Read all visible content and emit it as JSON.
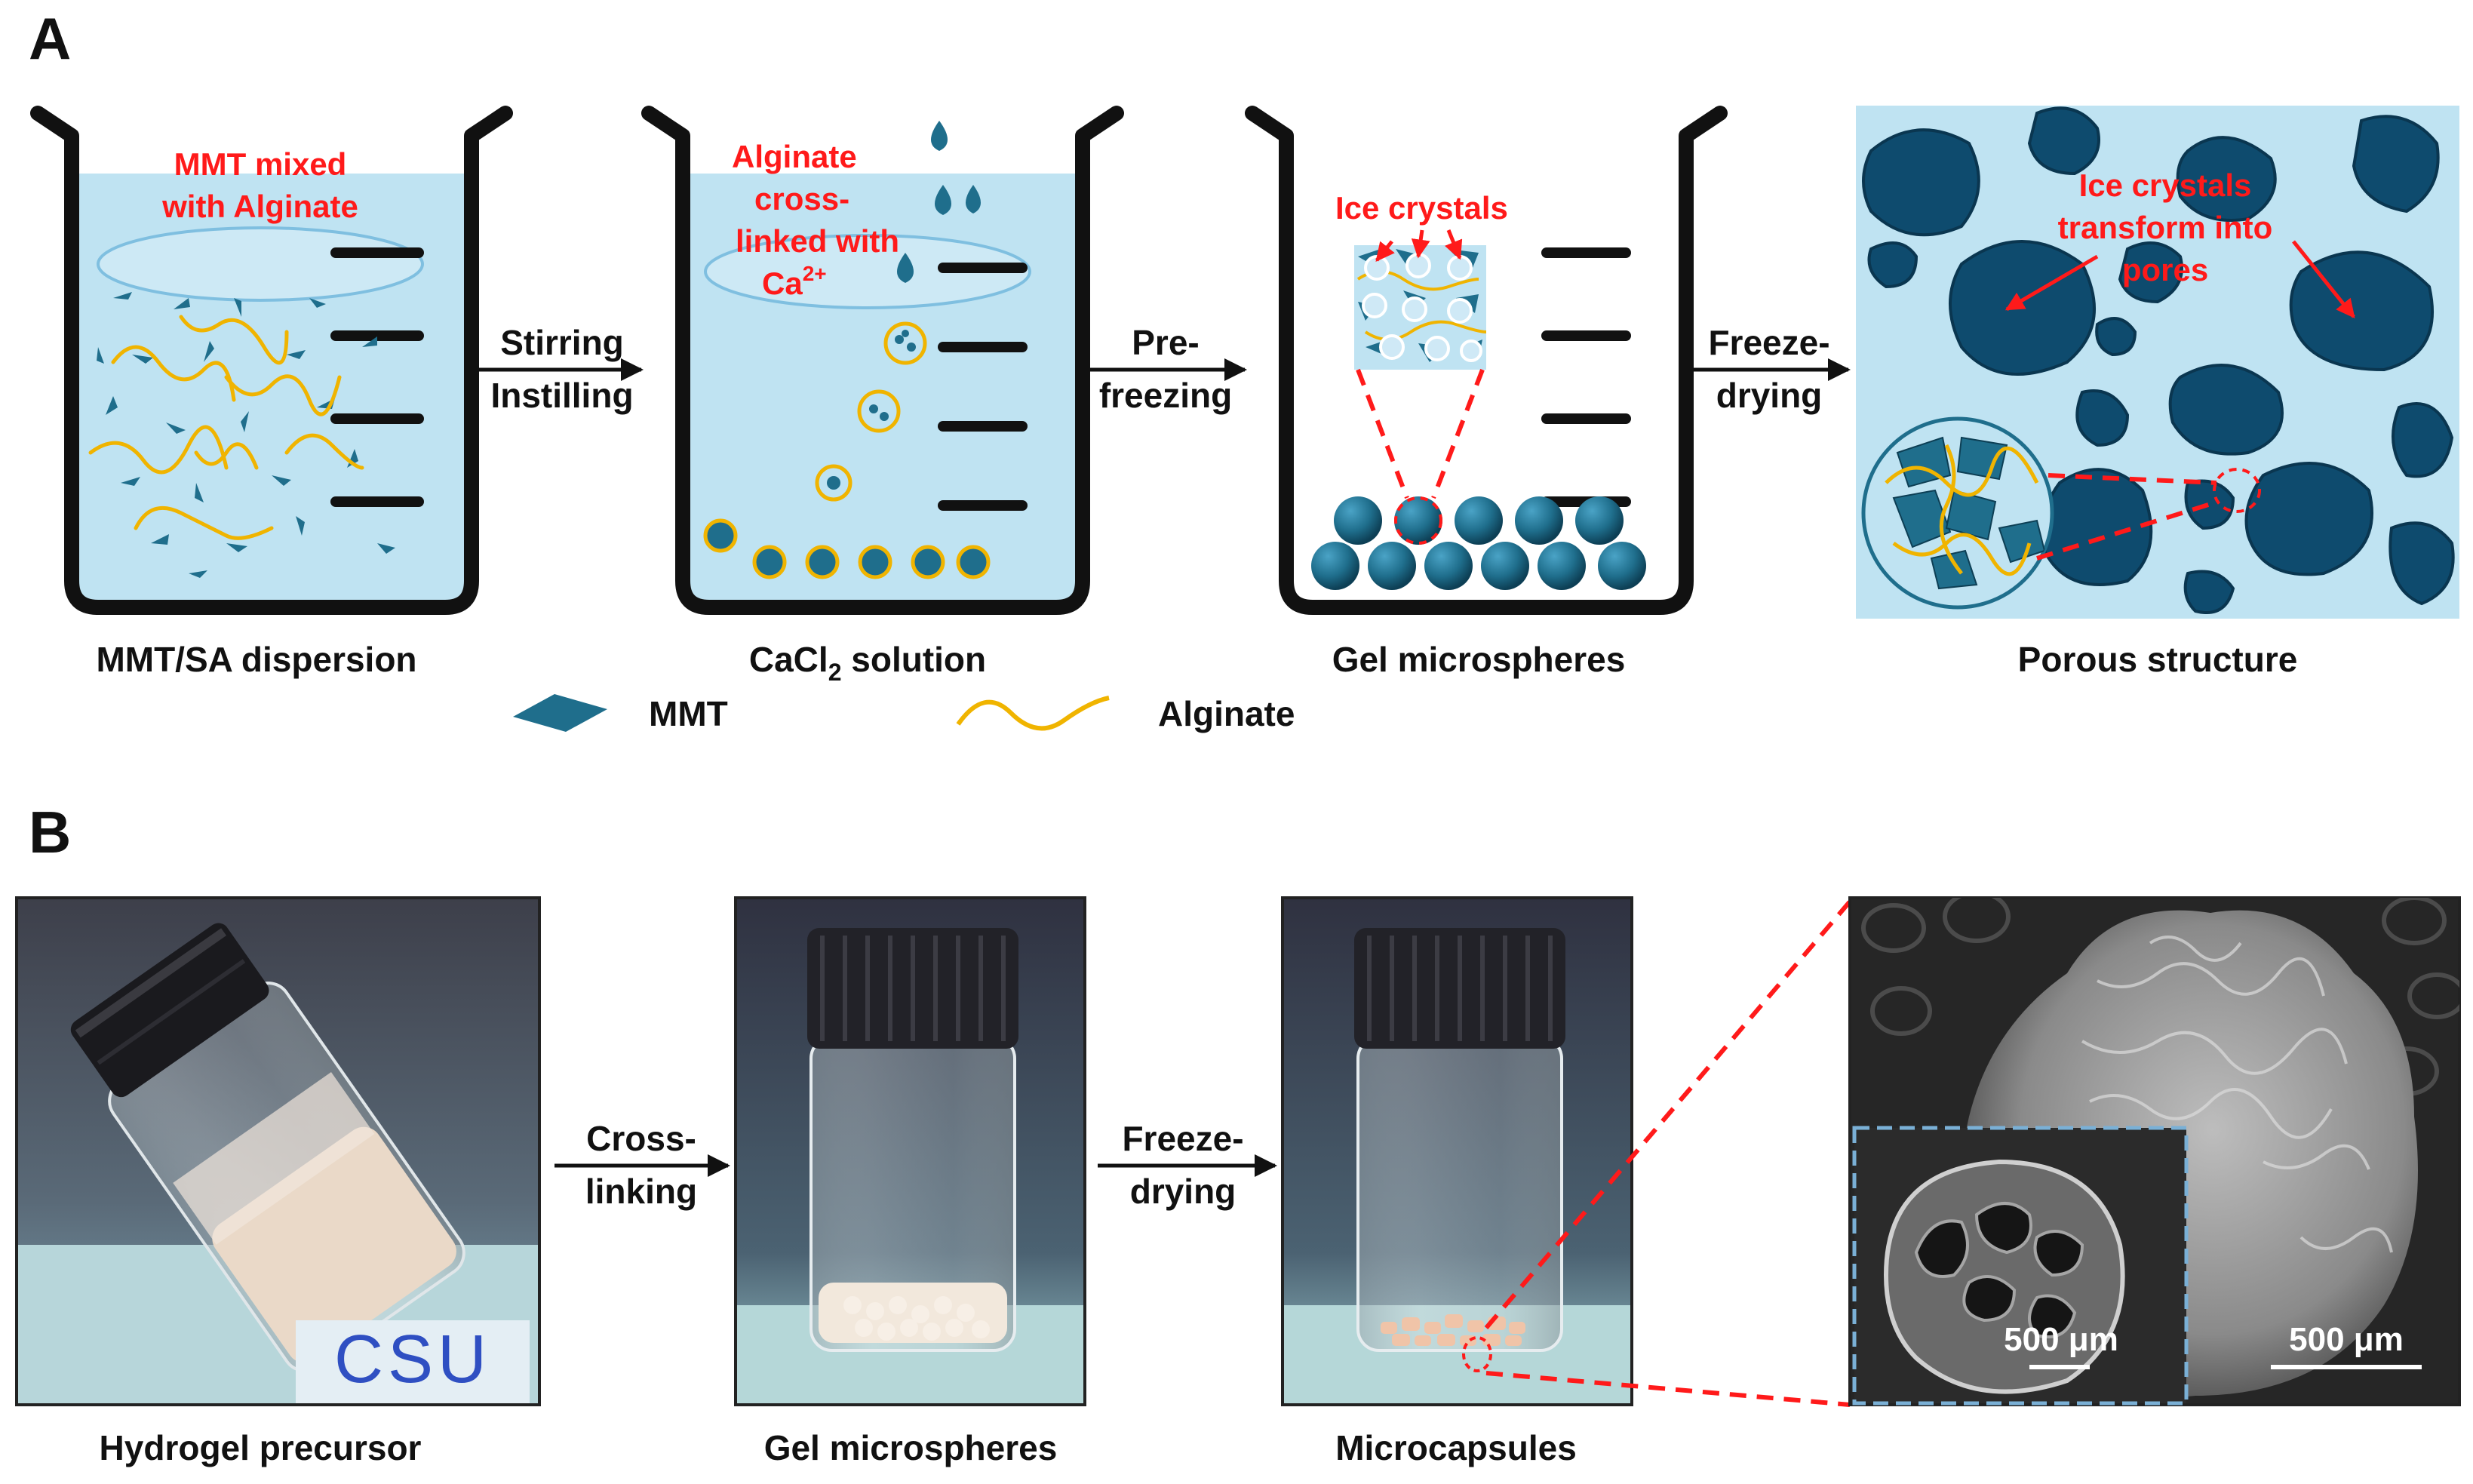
{
  "panel_a": {
    "letter": "A",
    "step1": {
      "label_line1": "MMT mixed",
      "label_line2": "with Alginate",
      "caption": "MMT/SA dispersion"
    },
    "arrow1": {
      "line1": "Stirring",
      "line2": "Instilling"
    },
    "step2": {
      "label_line1": "Alginate",
      "label_line2": "cross-",
      "label_line3": "linked with",
      "label_line4_base": "Ca",
      "label_line4_sup": "2+",
      "caption_base": "CaCl",
      "caption_sub": "2",
      "caption_rest": " solution"
    },
    "arrow2": {
      "line1": "Pre-",
      "line2": "freezing"
    },
    "step3": {
      "label": "Ice crystals",
      "caption": "Gel microspheres"
    },
    "arrow3": {
      "line1": "Freeze-",
      "line2": "drying"
    },
    "step4": {
      "label_line1": "Ice crystals",
      "label_line2": "transform into",
      "label_line3": "pores",
      "caption": "Porous structure"
    },
    "legend": {
      "mmt": "MMT",
      "alginate": "Alginate"
    }
  },
  "panel_b": {
    "letter": "B",
    "photo1": {
      "caption": "Hydrogel precursor",
      "tag": "CSU"
    },
    "arrow1": {
      "line1": "Cross-",
      "line2": "linking"
    },
    "photo2": {
      "caption": "Gel microspheres"
    },
    "arrow2": {
      "line1": "Freeze-",
      "line2": "drying"
    },
    "photo3": {
      "caption": "Microcapsules"
    },
    "sem": {
      "inset_scale": "500 μm",
      "main_scale": "500 μm"
    }
  },
  "colors": {
    "liquid": "#bfe3f2",
    "mmt": "#1f6e8c",
    "pore": "#0e4b6e",
    "alginate": "#f0b400",
    "annotation": "#ff1a1a",
    "inset_border": "#7ab0d6"
  }
}
